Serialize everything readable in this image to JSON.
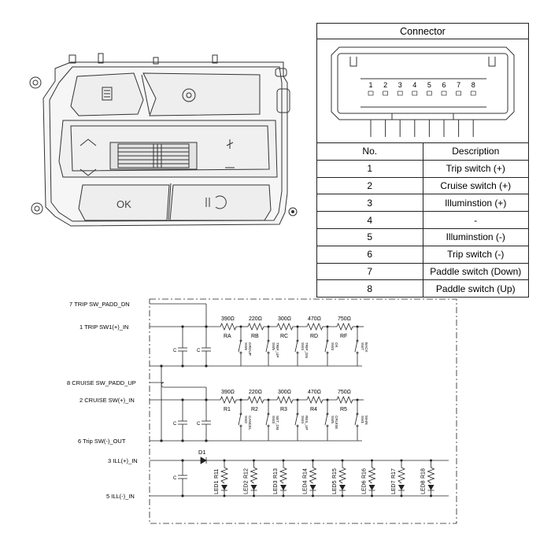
{
  "connector": {
    "title": "Connector",
    "pins": [
      "1",
      "2",
      "3",
      "4",
      "5",
      "6",
      "7",
      "8"
    ],
    "col_no": "No.",
    "col_desc": "Description",
    "rows": [
      {
        "no": "1",
        "desc": "Trip switch (+)"
      },
      {
        "no": "2",
        "desc": "Cruise switch (+)"
      },
      {
        "no": "3",
        "desc": "Illuminstion (+)"
      },
      {
        "no": "4",
        "desc": "-"
      },
      {
        "no": "5",
        "desc": "Illuminstion (-)"
      },
      {
        "no": "6",
        "desc": "Trip switch (-)"
      },
      {
        "no": "7",
        "desc": "Paddle switch (Down)"
      },
      {
        "no": "8",
        "desc": "Paddle switch (Up)"
      }
    ]
  },
  "switch_unit": {
    "ok_label": "OK"
  },
  "schematic": {
    "nets": {
      "trip_padd_dn": "7 TRIP SW_PADD_DN",
      "trip_in": "1 TRIP SW1(+)_IN",
      "cruise_padd_up": "8 CRUISE SW_PADD_UP",
      "cruise_in": "2 CRUISE SW(+)_IN",
      "trip_out": "6 Trip SW(-)_OUT",
      "ill_in": "3 ILL(+)_IN",
      "ill_out": "5 ILL(-)_IN"
    },
    "cap_label": "C",
    "trip_chain": [
      {
        "value": "390Ω",
        "ref": "RA",
        "switch": [
          "SW6",
          "GROUP"
        ]
      },
      {
        "value": "220Ω",
        "ref": "RB",
        "switch": [
          "SW5",
          "TRIP_UP"
        ]
      },
      {
        "value": "300Ω",
        "ref": "RC",
        "switch": [
          "SW4",
          "TRIP_DN"
        ]
      },
      {
        "value": "470Ω",
        "ref": "RD",
        "switch": [
          "SW3",
          "OK"
        ]
      },
      {
        "value": "750Ω",
        "ref": "RF",
        "switch": [
          "SW7",
          "BACK"
        ]
      }
    ],
    "cruise_chain": [
      {
        "value": "390Ω",
        "ref": "R1",
        "switch": [
          "SW2",
          "CANCEL"
        ]
      },
      {
        "value": "220Ω",
        "ref": "R2",
        "switch": [
          "SW3",
          "SET_DN"
        ]
      },
      {
        "value": "300Ω",
        "ref": "R3",
        "switch": [
          "SW4",
          "RES_UP"
        ]
      },
      {
        "value": "470Ω",
        "ref": "R4",
        "switch": [
          "SW5",
          "CRUISE"
        ]
      },
      {
        "value": "750Ω",
        "ref": "R5",
        "switch": [
          "SW1",
          "MAIN"
        ]
      }
    ],
    "diode": "D1",
    "led_chain": [
      {
        "r": "R11",
        "led": "LED1"
      },
      {
        "r": "R12",
        "led": "LED2"
      },
      {
        "r": "R13",
        "led": "LED3"
      },
      {
        "r": "R14",
        "led": "LED4"
      },
      {
        "r": "R15",
        "led": "LED5"
      },
      {
        "r": "R16",
        "led": "LED6"
      },
      {
        "r": "R17",
        "led": "LED7"
      },
      {
        "r": "R18",
        "led": "LED8"
      }
    ]
  }
}
